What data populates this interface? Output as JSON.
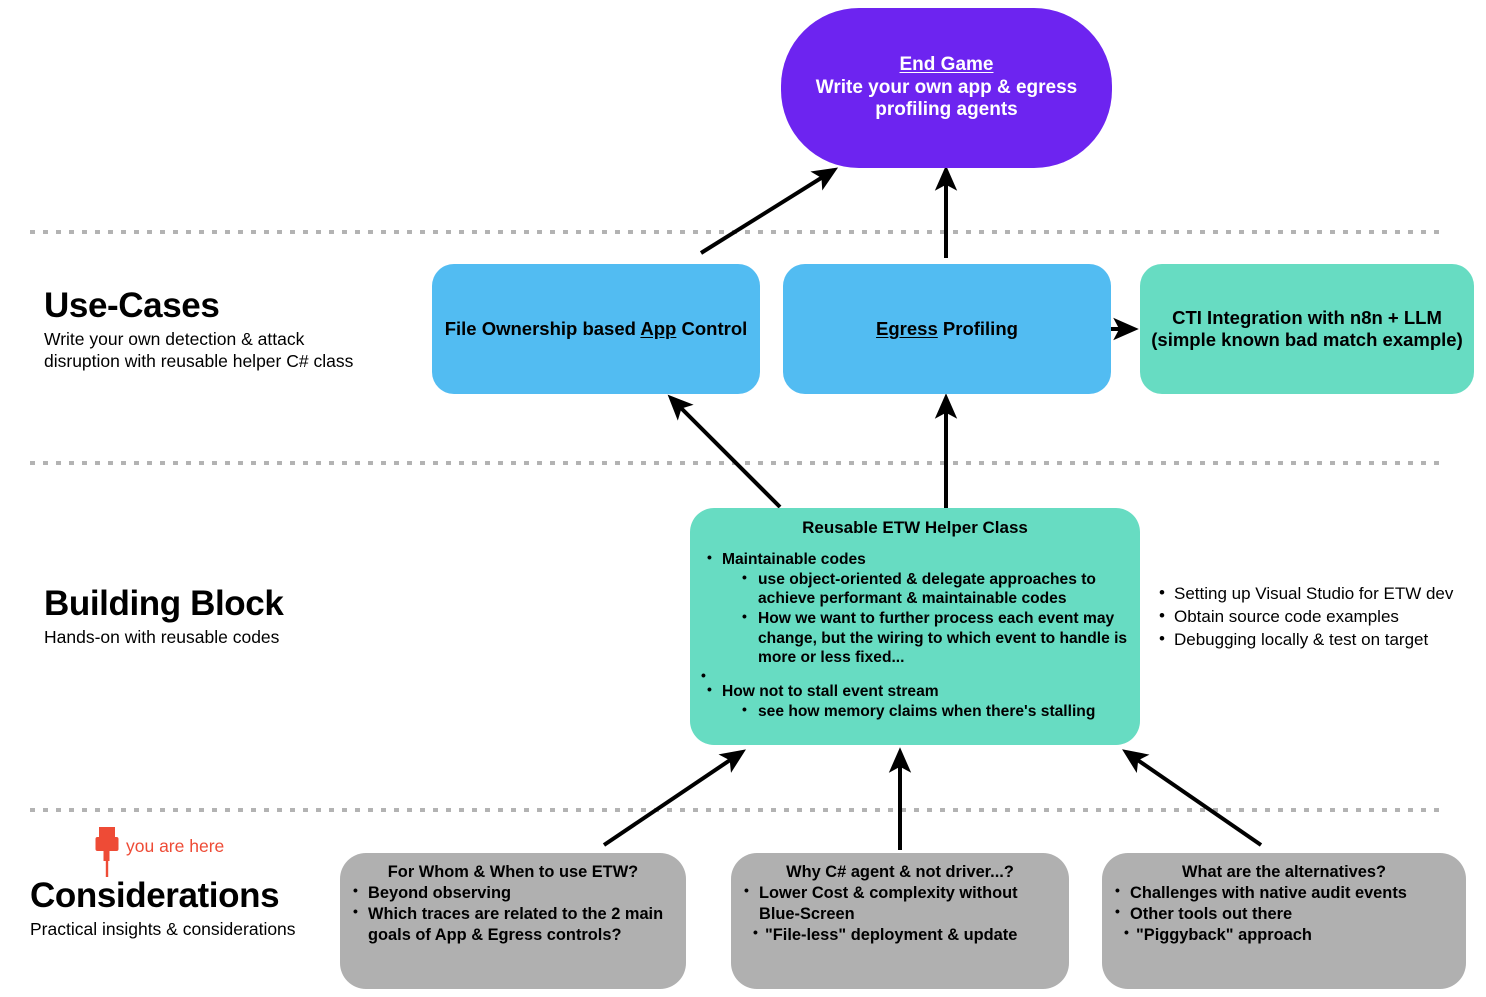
{
  "colors": {
    "endgame": "#6D24F0",
    "usecase": "#52BCF2",
    "teal": "#67DCC2",
    "consideration": "#B0B0B0",
    "pin": "#EE4B36",
    "divider": "#B3B3B3"
  },
  "endgame": {
    "title": "End Game",
    "line1": "Write your own app & egress",
    "line2": "profiling agents"
  },
  "bands": [
    {
      "id": "use-cases",
      "title": "Use-Cases",
      "subtitle_line1": "Write your own detection & attack",
      "subtitle_line2": "disruption with reusable helper C# class"
    },
    {
      "id": "building-block",
      "title": "Building Block",
      "subtitle_line1": "Hands-on with reusable codes"
    },
    {
      "id": "considerations",
      "title": "Considerations",
      "subtitle_line1": "Practical insights & considerations"
    }
  ],
  "pin": {
    "label": "you are here",
    "icon": "pushpin-icon"
  },
  "use_cases": [
    {
      "id": "app-control",
      "pre": "File Ownership based ",
      "underlined": "App",
      "post": " Control"
    },
    {
      "id": "egress-profiling",
      "pre": "",
      "underlined": "Egress",
      "post": " Profiling"
    }
  ],
  "cti": {
    "line1": "CTI Integration with n8n + LLM",
    "line2": "(simple known bad match example)"
  },
  "helper": {
    "title": "Reusable ETW Helper Class",
    "bullets": [
      {
        "text": "Maintainable codes",
        "children": [
          "use object-oriented & delegate approaches to achieve performant & maintainable codes",
          "How we want to further process each event may change, but the wiring to which event to handle is more or less fixed..."
        ]
      },
      {
        "text": "How not to stall event stream",
        "children": [
          "see how memory claims when there's stalling"
        ]
      }
    ]
  },
  "side_bullets": [
    "Setting up Visual Studio for ETW dev",
    "Obtain source code examples",
    "Debugging locally & test on target"
  ],
  "considerations": [
    {
      "id": "for-whom",
      "title": "For Whom & When to use ETW?",
      "bullets": [
        {
          "text": "Beyond observing",
          "sub": false
        },
        {
          "text": "Which traces are related to the 2 main goals of App & Egress controls?",
          "sub": false
        }
      ]
    },
    {
      "id": "why-csharp",
      "title": "Why C# agent & not driver...?",
      "bullets": [
        {
          "text": "Lower Cost & complexity without Blue-Screen",
          "sub": false
        },
        {
          "text": "\"File-less\" deployment & update",
          "sub": true
        }
      ]
    },
    {
      "id": "alternatives",
      "title": "What are the alternatives?",
      "bullets": [
        {
          "text": "Challenges with native audit events",
          "sub": false
        },
        {
          "text": "Other tools out there",
          "sub": false
        },
        {
          "text": "\"Piggyback\" approach",
          "sub": true
        }
      ]
    }
  ]
}
